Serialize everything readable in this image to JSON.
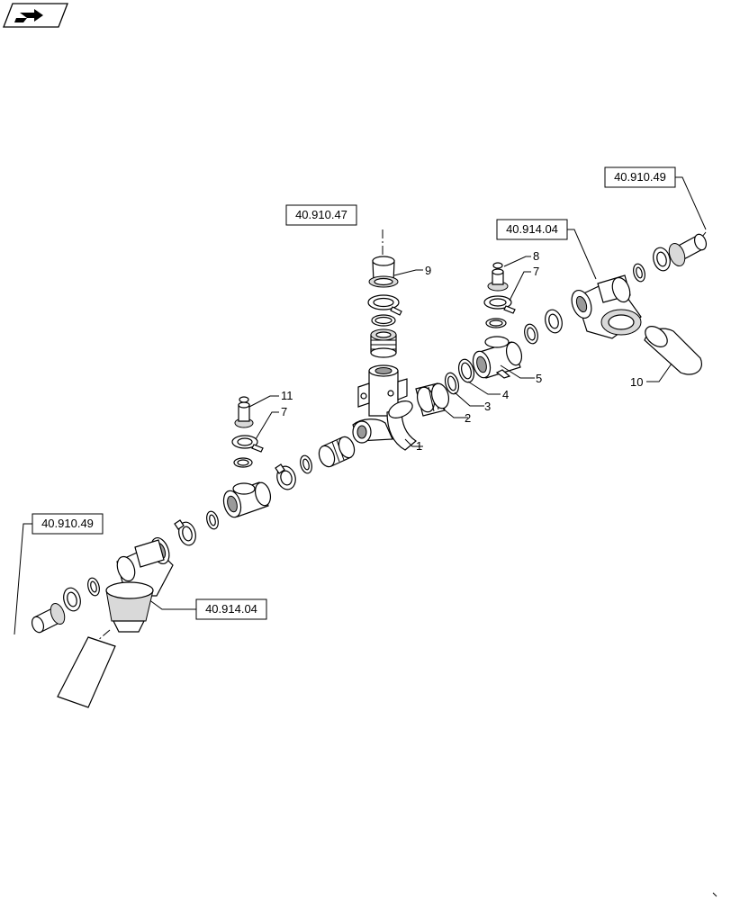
{
  "nav": {
    "icon": "nav-arrow-icon"
  },
  "references": {
    "ref_top_center": "40.910.47",
    "ref_top_right": "40.910.49",
    "ref_right_filter": "40.914.04",
    "ref_left": "40.910.49",
    "ref_left_filter": "40.914.04"
  },
  "callouts": {
    "c1": "1",
    "c2": "2",
    "c3": "3",
    "c4": "4",
    "c5": "5",
    "c7a": "7",
    "c7b": "7",
    "c8": "8",
    "c9": "9",
    "c10": "10",
    "c11": "11"
  }
}
